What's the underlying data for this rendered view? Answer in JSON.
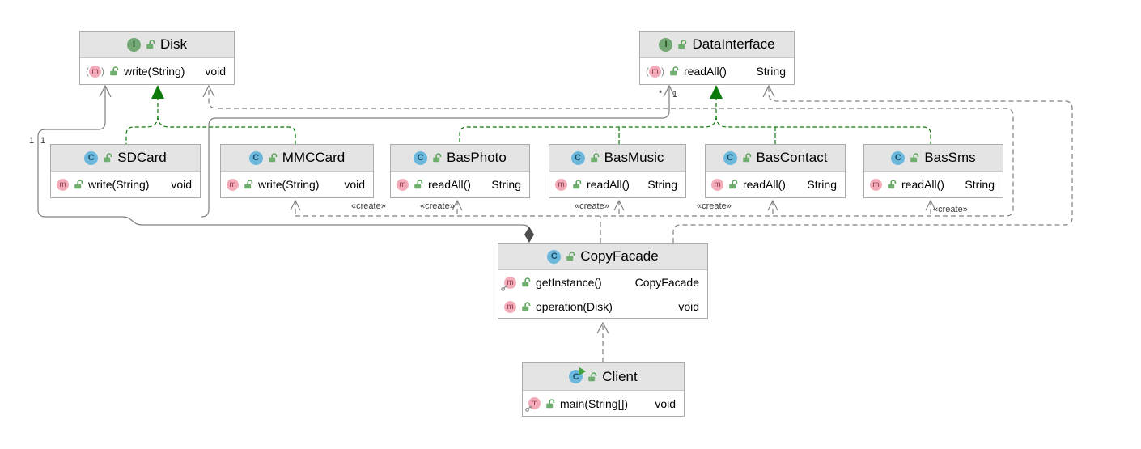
{
  "labels": {
    "create": "«create»",
    "mult_disk_left": "1",
    "mult_disk_right": "1",
    "mult_di_left": "*",
    "mult_di_right": "1"
  },
  "colors": {
    "realization_green": "#0b7a0b",
    "edge_grey": "#7f7f7f",
    "header_grey": "#e4e4e4",
    "class_icon_blue": "#6cb8dd",
    "interface_icon_green": "#74a874",
    "method_icon_pink": "#f2abb8",
    "lock_green": "#5fa55f"
  },
  "classes": {
    "disk": {
      "name": "Disk",
      "kind": "interface",
      "members": [
        {
          "name": "write(String)",
          "type": "void",
          "modifier": "abstract"
        }
      ]
    },
    "datainterface": {
      "name": "DataInterface",
      "kind": "interface",
      "members": [
        {
          "name": "readAll()",
          "type": "String",
          "modifier": "abstract"
        }
      ]
    },
    "sdcard": {
      "name": "SDCard",
      "kind": "class",
      "members": [
        {
          "name": "write(String)",
          "type": "void",
          "modifier": "public"
        }
      ]
    },
    "mmccard": {
      "name": "MMCCard",
      "kind": "class",
      "members": [
        {
          "name": "write(String)",
          "type": "void",
          "modifier": "public"
        }
      ]
    },
    "basphoto": {
      "name": "BasPhoto",
      "kind": "class",
      "members": [
        {
          "name": "readAll()",
          "type": "String",
          "modifier": "public"
        }
      ]
    },
    "basmusic": {
      "name": "BasMusic",
      "kind": "class",
      "members": [
        {
          "name": "readAll()",
          "type": "String",
          "modifier": "public"
        }
      ]
    },
    "bascontact": {
      "name": "BasContact",
      "kind": "class",
      "members": [
        {
          "name": "readAll()",
          "type": "String",
          "modifier": "public"
        }
      ]
    },
    "bassms": {
      "name": "BasSms",
      "kind": "class",
      "members": [
        {
          "name": "readAll()",
          "type": "String",
          "modifier": "public"
        }
      ]
    },
    "copyfacade": {
      "name": "CopyFacade",
      "kind": "class",
      "members": [
        {
          "name": "getInstance()",
          "type": "CopyFacade",
          "modifier": "static"
        },
        {
          "name": "operation(Disk)",
          "type": "void",
          "modifier": "public"
        }
      ]
    },
    "client": {
      "name": "Client",
      "kind": "class",
      "runnable": true,
      "members": [
        {
          "name": "main(String[])",
          "type": "void",
          "modifier": "static"
        }
      ]
    }
  }
}
